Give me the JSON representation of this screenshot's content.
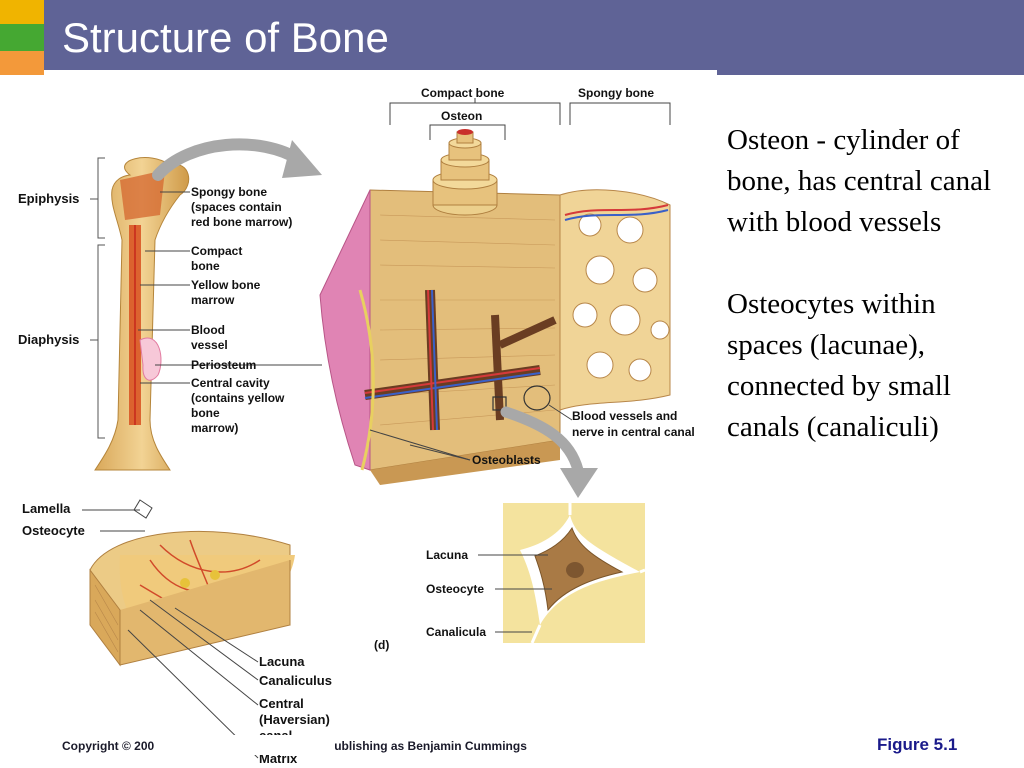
{
  "title": "Structure of Bone",
  "body": {
    "para1": "Osteon - cylinder of bone, has central canal with blood vessels",
    "para2": "Osteocytes within spaces (lacunae), connected by small canals (canaliculi)"
  },
  "diagram": {
    "compact_bone": "Compact bone",
    "spongy_bone_header": "Spongy bone",
    "osteon": "Osteon",
    "epiphysis": "Epiphysis",
    "diaphysis": "Diaphysis",
    "spongy_bone_1": "Spongy bone",
    "spongy_bone_2": "(spaces contain",
    "spongy_bone_3": "red bone marrow)",
    "compact_1": "Compact",
    "compact_2": "bone",
    "yellow_1": "Yellow bone",
    "yellow_2": "marrow",
    "blood_1": "Blood",
    "blood_2": "vessel",
    "periosteum": "Periosteum",
    "central_1": "Central cavity",
    "central_2": "(contains yellow",
    "central_3": "bone",
    "central_4": "marrow)",
    "vessels_1": "Blood vessels and",
    "vessels_2": "nerve in central canal",
    "osteoblasts": "Osteoblasts",
    "lamella": "Lamella",
    "osteocyte_left": "Osteocyte",
    "lacuna_left": "Lacuna",
    "canaliculus": "Canaliculus",
    "central_h1": "Central",
    "central_h2": "(Haversian)",
    "central_h3": "canal",
    "matrix": "Matrix",
    "panel_d": "(d)",
    "lacuna_right": "Lacuna",
    "osteocyte_right": "Osteocyte",
    "canalicula": "Canalicula"
  },
  "footer": {
    "copyright": "Copyright © 200",
    "copyright_tail": "ublishing as Benjamin Cummings",
    "figure": "Figure 5.1"
  },
  "colors": {
    "title_bar": "#5f6396",
    "accent_yellow": "#f0b400",
    "accent_green": "#45a832",
    "accent_orange": "#f3993a",
    "bone": "#e8c477",
    "marrow_red": "#d8501f",
    "figure_label": "#1a1a8a"
  }
}
